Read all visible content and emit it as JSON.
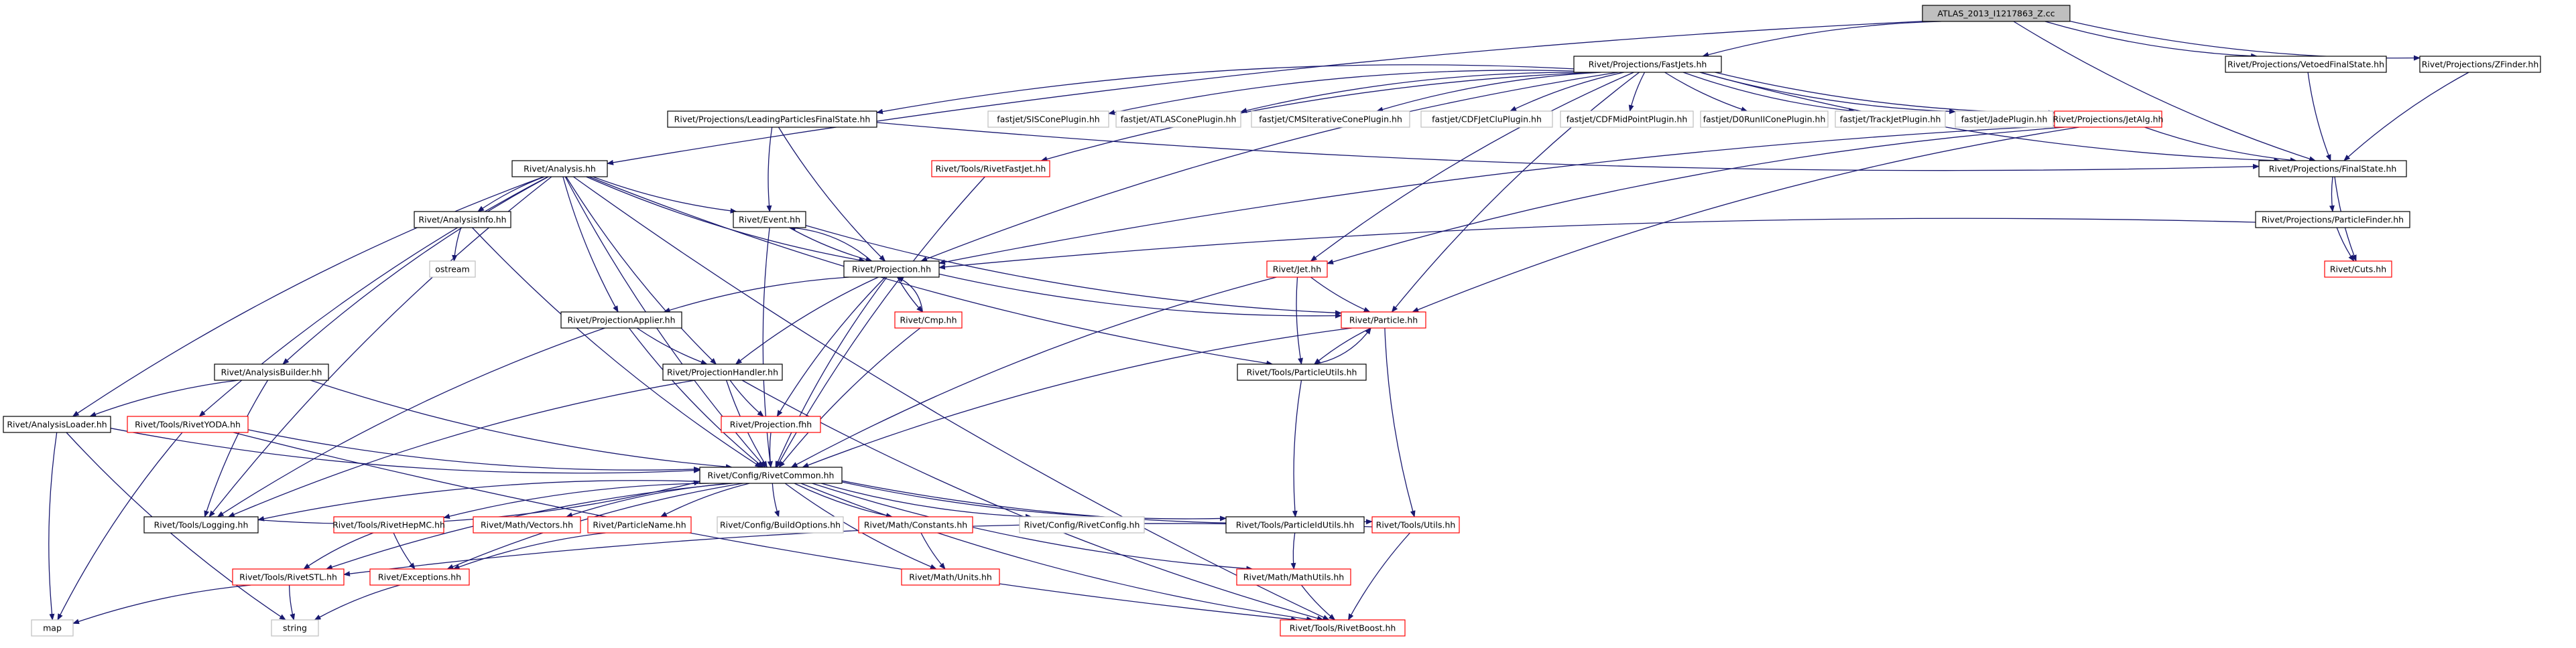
{
  "graph": {
    "nodes": [
      {
        "id": "root",
        "label": "ATLAS_2013_I1217863_Z.cc",
        "style": "root"
      },
      {
        "id": "fastjets",
        "label": "Rivet/Projections/FastJets.hh",
        "style": "doc"
      },
      {
        "id": "vetoedfs",
        "label": "Rivet/Projections/VetoedFinalState.hh",
        "style": "doc"
      },
      {
        "id": "zfinder",
        "label": "Rivet/Projections/ZFinder.hh",
        "style": "doc"
      },
      {
        "id": "lpfs",
        "label": "Rivet/Projections/LeadingParticlesFinalState.hh",
        "style": "doc"
      },
      {
        "id": "siscone",
        "label": "fastjet/SISConePlugin.hh",
        "style": "ext"
      },
      {
        "id": "atlascone",
        "label": "fastjet/ATLASConePlugin.hh",
        "style": "ext"
      },
      {
        "id": "cmscone",
        "label": "fastjet/CMSIterativeConePlugin.hh",
        "style": "ext"
      },
      {
        "id": "cdfjetclu",
        "label": "fastjet/CDFJetCluPlugin.hh",
        "style": "ext"
      },
      {
        "id": "cdfmidpoint",
        "label": "fastjet/CDFMidPointPlugin.hh",
        "style": "ext"
      },
      {
        "id": "d0run",
        "label": "fastjet/D0RunIIConePlugin.hh",
        "style": "ext"
      },
      {
        "id": "trackjet",
        "label": "fastjet/TrackJetPlugin.hh",
        "style": "ext"
      },
      {
        "id": "jade",
        "label": "fastjet/JadePlugin.hh",
        "style": "ext"
      },
      {
        "id": "jetalg",
        "label": "Rivet/Projections/JetAlg.hh",
        "style": "missing"
      },
      {
        "id": "analysis",
        "label": "Rivet/Analysis.hh",
        "style": "doc"
      },
      {
        "id": "rivetfastjet",
        "label": "Rivet/Tools/RivetFastJet.hh",
        "style": "missing"
      },
      {
        "id": "finalstate",
        "label": "Rivet/Projections/FinalState.hh",
        "style": "doc"
      },
      {
        "id": "analysisinfo",
        "label": "Rivet/AnalysisInfo.hh",
        "style": "doc"
      },
      {
        "id": "event",
        "label": "Rivet/Event.hh",
        "style": "doc"
      },
      {
        "id": "particlefinder",
        "label": "Rivet/Projections/ParticleFinder.hh",
        "style": "doc"
      },
      {
        "id": "ostream",
        "label": "ostream",
        "style": "ext"
      },
      {
        "id": "projection",
        "label": "Rivet/Projection.hh",
        "style": "doc"
      },
      {
        "id": "jet",
        "label": "Rivet/Jet.hh",
        "style": "missing"
      },
      {
        "id": "cuts",
        "label": "Rivet/Cuts.hh",
        "style": "missing"
      },
      {
        "id": "projapplier",
        "label": "Rivet/ProjectionApplier.hh",
        "style": "doc"
      },
      {
        "id": "cmp",
        "label": "Rivet/Cmp.hh",
        "style": "missing"
      },
      {
        "id": "particle",
        "label": "Rivet/Particle.hh",
        "style": "missing"
      },
      {
        "id": "analysisbuilder",
        "label": "Rivet/AnalysisBuilder.hh",
        "style": "doc"
      },
      {
        "id": "projhandler",
        "label": "Rivet/ProjectionHandler.hh",
        "style": "doc"
      },
      {
        "id": "particleutils",
        "label": "Rivet/Tools/ParticleUtils.hh",
        "style": "doc"
      },
      {
        "id": "analysisloader",
        "label": "Rivet/AnalysisLoader.hh",
        "style": "doc"
      },
      {
        "id": "rivetyoda",
        "label": "Rivet/Tools/RivetYODA.hh",
        "style": "missing"
      },
      {
        "id": "projectionfhh",
        "label": "Rivet/Projection.fhh",
        "style": "missing"
      },
      {
        "id": "rivetcommon",
        "label": "Rivet/Config/RivetCommon.hh",
        "style": "doc"
      },
      {
        "id": "logging",
        "label": "Rivet/Tools/Logging.hh",
        "style": "doc"
      },
      {
        "id": "rivethepmc",
        "label": "Rivet/Tools/RivetHepMC.hh",
        "style": "missing"
      },
      {
        "id": "vectors",
        "label": "Rivet/Math/Vectors.hh",
        "style": "missing"
      },
      {
        "id": "particlename",
        "label": "Rivet/ParticleName.hh",
        "style": "missing"
      },
      {
        "id": "buildoptions",
        "label": "Rivet/Config/BuildOptions.hh",
        "style": "ext"
      },
      {
        "id": "constants",
        "label": "Rivet/Math/Constants.hh",
        "style": "missing"
      },
      {
        "id": "rivetconfig",
        "label": "Rivet/Config/RivetConfig.hh",
        "style": "ext"
      },
      {
        "id": "particleidutils",
        "label": "Rivet/Tools/ParticleIdUtils.hh",
        "style": "doc"
      },
      {
        "id": "utils",
        "label": "Rivet/Tools/Utils.hh",
        "style": "missing"
      },
      {
        "id": "rivetstl",
        "label": "Rivet/Tools/RivetSTL.hh",
        "style": "missing"
      },
      {
        "id": "exceptions",
        "label": "Rivet/Exceptions.hh",
        "style": "missing"
      },
      {
        "id": "units",
        "label": "Rivet/Math/Units.hh",
        "style": "missing"
      },
      {
        "id": "mathutils",
        "label": "Rivet/Math/MathUtils.hh",
        "style": "missing"
      },
      {
        "id": "map",
        "label": "map",
        "style": "ext"
      },
      {
        "id": "string",
        "label": "string",
        "style": "ext"
      },
      {
        "id": "rivetboost",
        "label": "Rivet/Tools/RivetBoost.hh",
        "style": "missing"
      }
    ],
    "edges": [
      [
        "root",
        "fastjets"
      ],
      [
        "root",
        "vetoedfs"
      ],
      [
        "root",
        "zfinder"
      ],
      [
        "root",
        "analysis"
      ],
      [
        "root",
        "finalstate"
      ],
      [
        "fastjets",
        "lpfs"
      ],
      [
        "fastjets",
        "siscone"
      ],
      [
        "fastjets",
        "atlascone"
      ],
      [
        "fastjets",
        "cmscone"
      ],
      [
        "fastjets",
        "cdfjetclu"
      ],
      [
        "fastjets",
        "cdfmidpoint"
      ],
      [
        "fastjets",
        "d0run"
      ],
      [
        "fastjets",
        "trackjet"
      ],
      [
        "fastjets",
        "jade"
      ],
      [
        "fastjets",
        "jetalg"
      ],
      [
        "fastjets",
        "rivetfastjet"
      ],
      [
        "fastjets",
        "finalstate"
      ],
      [
        "fastjets",
        "projection"
      ],
      [
        "fastjets",
        "jet"
      ],
      [
        "fastjets",
        "particle"
      ],
      [
        "vetoedfs",
        "finalstate"
      ],
      [
        "zfinder",
        "finalstate"
      ],
      [
        "lpfs",
        "finalstate"
      ],
      [
        "lpfs",
        "event"
      ],
      [
        "lpfs",
        "projection"
      ],
      [
        "jetalg",
        "finalstate"
      ],
      [
        "jetalg",
        "projection"
      ],
      [
        "jetalg",
        "jet"
      ],
      [
        "jetalg",
        "particle"
      ],
      [
        "rivetfastjet",
        "rivetcommon"
      ],
      [
        "analysis",
        "analysisinfo"
      ],
      [
        "analysis",
        "event"
      ],
      [
        "analysis",
        "projection"
      ],
      [
        "analysis",
        "projapplier"
      ],
      [
        "analysis",
        "projhandler"
      ],
      [
        "analysis",
        "analysisbuilder"
      ],
      [
        "analysis",
        "analysisloader"
      ],
      [
        "analysis",
        "logging"
      ],
      [
        "analysis",
        "rivetcommon"
      ],
      [
        "analysis",
        "rivetyoda"
      ],
      [
        "analysis",
        "particleutils"
      ],
      [
        "analysis",
        "rivetboost"
      ],
      [
        "analysisinfo",
        "ostream"
      ],
      [
        "analysisinfo",
        "rivetcommon"
      ],
      [
        "event",
        "projection"
      ],
      [
        "event",
        "particle"
      ],
      [
        "event",
        "rivetcommon"
      ],
      [
        "finalstate",
        "particlefinder"
      ],
      [
        "finalstate",
        "cuts"
      ],
      [
        "particlefinder",
        "projection"
      ],
      [
        "particlefinder",
        "cuts"
      ],
      [
        "projection",
        "event"
      ],
      [
        "projection",
        "projapplier"
      ],
      [
        "projection",
        "cmp"
      ],
      [
        "projection",
        "projhandler"
      ],
      [
        "projection",
        "projectionfhh"
      ],
      [
        "projection",
        "rivetcommon"
      ],
      [
        "projection",
        "particle"
      ],
      [
        "jet",
        "particle"
      ],
      [
        "jet",
        "particleutils"
      ],
      [
        "jet",
        "rivetcommon"
      ],
      [
        "cmp",
        "projection"
      ],
      [
        "cmp",
        "rivetcommon"
      ],
      [
        "particle",
        "particleutils"
      ],
      [
        "particle",
        "utils"
      ],
      [
        "particle",
        "rivetcommon"
      ],
      [
        "particleutils",
        "particle"
      ],
      [
        "particleutils",
        "particleidutils"
      ],
      [
        "projapplier",
        "projhandler"
      ],
      [
        "projapplier",
        "rivetcommon"
      ],
      [
        "projapplier",
        "logging"
      ],
      [
        "analysisbuilder",
        "analysisloader"
      ],
      [
        "analysisbuilder",
        "logging"
      ],
      [
        "analysisbuilder",
        "rivetcommon"
      ],
      [
        "projhandler",
        "projectionfhh"
      ],
      [
        "projhandler",
        "rivetcommon"
      ],
      [
        "projhandler",
        "logging"
      ],
      [
        "projhandler",
        "rivetboost"
      ],
      [
        "analysisloader",
        "rivetcommon"
      ],
      [
        "analysisloader",
        "map"
      ],
      [
        "analysisloader",
        "string"
      ],
      [
        "rivetyoda",
        "rivetcommon"
      ],
      [
        "rivetyoda",
        "map"
      ],
      [
        "rivetyoda",
        "rivetboost"
      ],
      [
        "projectionfhh",
        "rivetcommon"
      ],
      [
        "rivetcommon",
        "logging"
      ],
      [
        "rivetcommon",
        "rivethepmc"
      ],
      [
        "rivetcommon",
        "vectors"
      ],
      [
        "rivetcommon",
        "particlename"
      ],
      [
        "rivetcommon",
        "buildoptions"
      ],
      [
        "rivetcommon",
        "constants"
      ],
      [
        "rivetcommon",
        "rivetconfig"
      ],
      [
        "rivetcommon",
        "particleidutils"
      ],
      [
        "rivetcommon",
        "utils"
      ],
      [
        "rivetcommon",
        "rivetstl"
      ],
      [
        "rivetcommon",
        "exceptions"
      ],
      [
        "rivetcommon",
        "units"
      ],
      [
        "rivetcommon",
        "mathutils"
      ],
      [
        "rivetcommon",
        "rivetboost"
      ],
      [
        "logging",
        "rivetcommon"
      ],
      [
        "rivethepmc",
        "rivetstl"
      ],
      [
        "rivethepmc",
        "exceptions"
      ],
      [
        "particlename",
        "exceptions"
      ],
      [
        "constants",
        "units"
      ],
      [
        "particleidutils",
        "mathutils"
      ],
      [
        "utils",
        "rivetstl"
      ],
      [
        "utils",
        "rivetboost"
      ],
      [
        "mathutils",
        "rivetboost"
      ],
      [
        "rivetstl",
        "map"
      ],
      [
        "rivetstl",
        "string"
      ],
      [
        "exceptions",
        "string"
      ]
    ]
  },
  "colors": {
    "root_fill": "#bfbfbf",
    "doc_border": "#000000",
    "missing_border": "#ff0000",
    "ext_border": "#bfbfbf",
    "edge": "#191970",
    "text": "#000000"
  }
}
